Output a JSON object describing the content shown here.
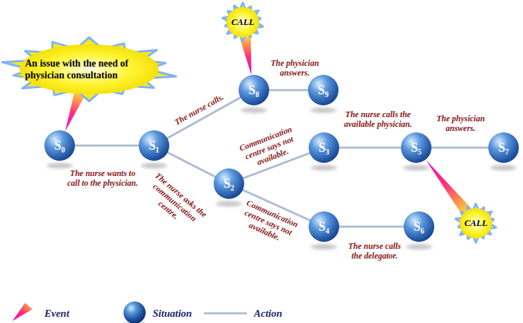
{
  "diagram": {
    "nodes": [
      {
        "text": [
          "An issue with the need of physician consultation"
        ]
      },
      {
        "text": [
          "S₀"
        ]
      },
      {
        "text": [
          "S₁"
        ]
      },
      {
        "text": [
          "CALL"
        ]
      },
      {
        "text": [
          "S₈"
        ]
      },
      {
        "text": [
          "S₉"
        ]
      },
      {
        "text": [
          "S₂"
        ]
      },
      {
        "text": [
          "S₃"
        ]
      },
      {
        "text": [
          "S₅"
        ]
      },
      {
        "text": [
          "S₇"
        ]
      },
      {
        "text": [
          "S₄"
        ]
      },
      {
        "text": [
          "S₆"
        ]
      },
      {
        "text": [
          "CALL"
        ]
      }
    ],
    "edges": [
      {
        "from": 0,
        "to": 1,
        "arrow": "to"
      },
      {
        "from": 1,
        "to": 2,
        "label": "The nurse wants to call to the physician.",
        "arrow": "none"
      },
      {
        "from": 2,
        "to": 4,
        "label": "The nurse calls.",
        "arrow": "none"
      },
      {
        "from": 3,
        "to": 4,
        "arrow": "to"
      },
      {
        "from": 4,
        "to": 5,
        "label": "The physician answers.",
        "arrow": "none"
      },
      {
        "from": 2,
        "to": 6,
        "label": "The nurse asks the communication centre.",
        "arrow": "none"
      },
      {
        "from": 6,
        "to": 7,
        "label": "Communication centre says not available.",
        "arrow": "none"
      },
      {
        "from": 7,
        "to": 8,
        "label": "The nurse calls the available physician.",
        "arrow": "none"
      },
      {
        "from": 12,
        "to": 8,
        "arrow": "to"
      },
      {
        "from": 8,
        "to": 9,
        "label": "The physician answers.",
        "arrow": "none"
      },
      {
        "from": 6,
        "to": 10,
        "label": "Communication centre says not available.",
        "arrow": "none"
      },
      {
        "from": 10,
        "to": 11,
        "label": "The nurse calls the delegator.",
        "arrow": "none"
      }
    ],
    "legend": [
      {
        "text": "Event"
      },
      {
        "text": "Situation"
      },
      {
        "text": "Action"
      }
    ]
  }
}
